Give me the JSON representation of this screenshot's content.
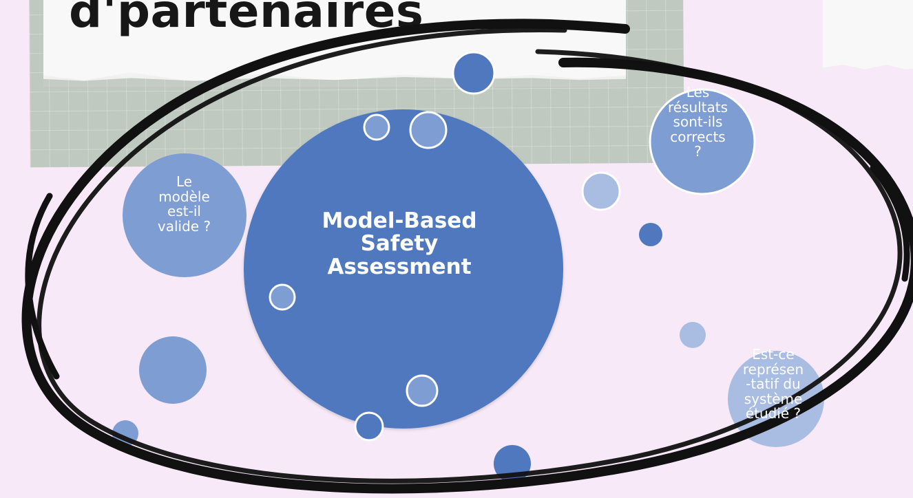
{
  "header": {
    "title": "d'partenaires"
  },
  "diagram": {
    "main_topic": {
      "lines": [
        "Model-Based",
        "Safety",
        "Assessment"
      ]
    },
    "questions": [
      {
        "id": "model_validity",
        "lines": [
          "Le",
          "modèle",
          "est-il",
          "valide ?"
        ]
      },
      {
        "id": "results_correct",
        "lines": [
          "Les",
          "résultats",
          "sont-ils",
          "corrects",
          "?"
        ]
      },
      {
        "id": "representative",
        "lines": [
          "Est-ce",
          "représen",
          "-tatif du",
          "système",
          "étudié ?"
        ]
      }
    ]
  },
  "colors": {
    "background": "#f7e9f8",
    "main_circle": "#4f78bf",
    "question_circle": "#7d9dd3",
    "pale_circle": "#a9bce1",
    "outline": "#111111"
  }
}
